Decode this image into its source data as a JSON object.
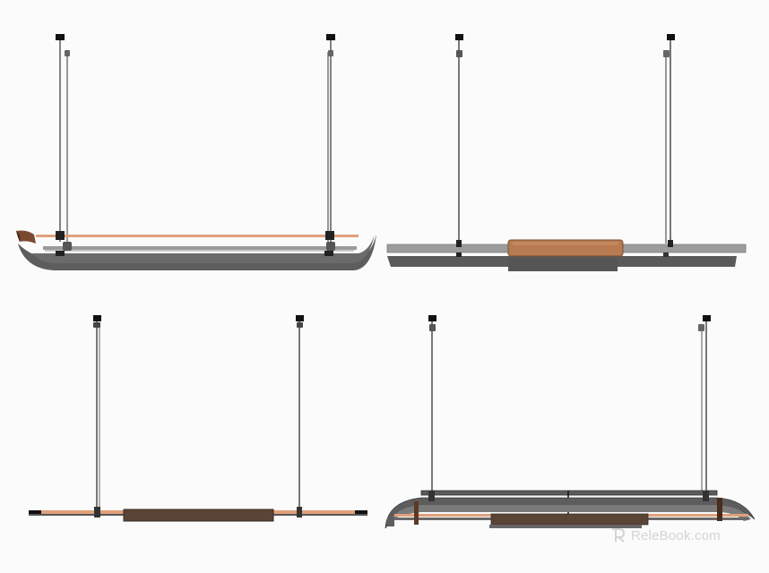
{
  "watermark": {
    "text": "ReleBook.com",
    "color": "#d4d4d4"
  },
  "fixtures": [
    {
      "id": "pendant-boat-curved",
      "description_visible": false
    },
    {
      "id": "pendant-flat-bar-with-wood-block",
      "description_visible": false
    },
    {
      "id": "pendant-thin-rod-with-long-block",
      "description_visible": false
    },
    {
      "id": "pendant-double-curved-frame",
      "description_visible": false
    }
  ],
  "colors": {
    "background": "#fbfbfb",
    "dark_grey": "#5d5d5d",
    "mid_grey": "#8a8a8a",
    "light_grey": "#9c9c9c",
    "copper": "#e0a07a",
    "wood": "#b77a52",
    "dark_wood": "#5a4436",
    "black": "#111111"
  }
}
